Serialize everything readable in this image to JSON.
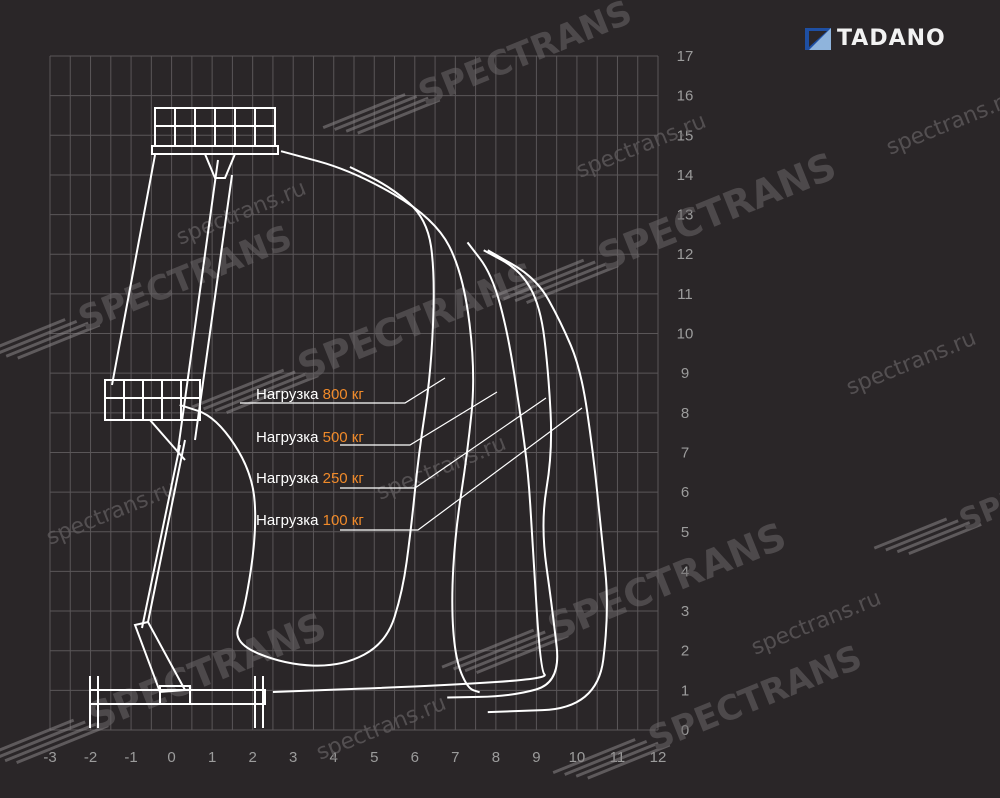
{
  "brand": {
    "name": "TADANO",
    "logo_colors": [
      "#1e4fa3",
      "#8fb4dc"
    ]
  },
  "watermarks": {
    "stripe_text": "SPECTRANS",
    "url_text": "spectrans.ru"
  },
  "colors": {
    "background": "#2a2628",
    "grid": "#5a5658",
    "lines": "#ffffff",
    "weight": "#f08a2a"
  },
  "chart_data": {
    "type": "line",
    "title": "",
    "xlabel": "",
    "ylabel": "",
    "xlim": [
      -3,
      12
    ],
    "ylim": [
      0,
      17
    ],
    "x_ticks": [
      "-3",
      "-2",
      "-1",
      "0",
      "1",
      "2",
      "3",
      "4",
      "5",
      "6",
      "7",
      "8",
      "9",
      "10",
      "11",
      "12"
    ],
    "y_ticks": [
      "0",
      "1",
      "2",
      "3",
      "4",
      "5",
      "6",
      "7",
      "8",
      "9",
      "10",
      "11",
      "12",
      "13",
      "14",
      "15",
      "16",
      "17"
    ],
    "grid": true,
    "series": [
      {
        "label": "Нагрузка",
        "weight": "800 кг",
        "points": [
          [
            2.7,
            14.6
          ],
          [
            4.5,
            14.1
          ],
          [
            6.5,
            12.9
          ],
          [
            7.2,
            11.5
          ],
          [
            7.5,
            9
          ],
          [
            7.3,
            7
          ],
          [
            7,
            5
          ],
          [
            6.9,
            3.2
          ],
          [
            7,
            1.8
          ],
          [
            7.3,
            1.05
          ],
          [
            7.6,
            0.95
          ]
        ]
      },
      {
        "label": "Нагрузка",
        "weight": "500 кг",
        "points": [
          [
            7.3,
            12.3
          ],
          [
            7.9,
            11.5
          ],
          [
            8.3,
            10
          ],
          [
            8.6,
            8
          ],
          [
            8.8,
            6.5
          ],
          [
            8.9,
            4.8
          ],
          [
            9.1,
            1.5
          ],
          [
            9.3,
            1.3
          ],
          [
            6.7,
            1.12
          ],
          [
            2.5,
            0.96
          ]
        ]
      },
      {
        "label": "Нагрузка",
        "weight": "250 кг",
        "points": [
          [
            7.7,
            12.1
          ],
          [
            8.6,
            11.6
          ],
          [
            9.1,
            10.7
          ],
          [
            9.3,
            9
          ],
          [
            9.4,
            7
          ],
          [
            9.1,
            5.2
          ],
          [
            9.4,
            3
          ],
          [
            9.6,
            1.2
          ],
          [
            8.4,
            0.85
          ],
          [
            6.8,
            0.82
          ]
        ]
      },
      {
        "label": "Нагрузка",
        "weight": "100 кг",
        "points": [
          [
            7.8,
            12.1
          ],
          [
            9,
            11.4
          ],
          [
            9.6,
            10.3
          ],
          [
            10.1,
            9.1
          ],
          [
            10.4,
            7
          ],
          [
            10.6,
            5
          ],
          [
            10.8,
            3
          ],
          [
            10.5,
            0.55
          ],
          [
            7.8,
            0.45
          ]
        ]
      },
      {
        "label": "",
        "weight": "",
        "points": [
          [
            4.4,
            14.2
          ],
          [
            5.4,
            13.7
          ],
          [
            6.3,
            12.9
          ],
          [
            6.5,
            11.5
          ],
          [
            6.4,
            9
          ],
          [
            6.1,
            7
          ],
          [
            5.9,
            5
          ],
          [
            5.7,
            3.5
          ],
          [
            5.3,
            2.2
          ],
          [
            4.2,
            1.6
          ],
          [
            2.8,
            1.65
          ],
          [
            1.5,
            2.2
          ],
          [
            1.8,
            3
          ],
          [
            2.1,
            5
          ],
          [
            2.0,
            6.5
          ],
          [
            1.1,
            7.9
          ],
          [
            0.2,
            8.2
          ]
        ]
      }
    ],
    "annotations": [
      {
        "prefix": "Нагрузка",
        "weight": "800 кг"
      },
      {
        "prefix": "Нагрузка",
        "weight": "500 кг"
      },
      {
        "prefix": "Нагрузка",
        "weight": "250 кг"
      },
      {
        "prefix": "Нагрузка",
        "weight": "100 кг"
      }
    ]
  }
}
